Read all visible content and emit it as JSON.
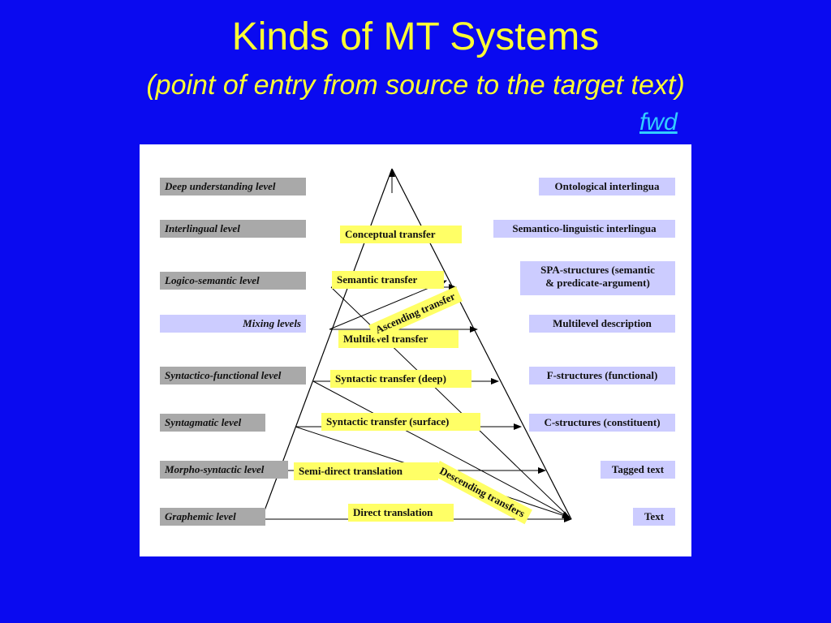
{
  "slide": {
    "title": "Kinds of MT Systems",
    "subtitle": "(point of entry from source to the target text)",
    "link_label": "fwd"
  },
  "diagram": {
    "levels": [
      "Deep understanding level",
      "Interlingual level",
      "Logico-semantic level",
      "Mixing levels",
      "Syntactico-functional level",
      "Syntagmatic level",
      "Morpho-syntactic level",
      "Graphemic level"
    ],
    "representations": [
      "Ontological interlingua",
      "Semantico-linguistic interlingua",
      "SPA-structures (semantic",
      "& predicate-argument)",
      "Multilevel description",
      "F-structures (functional)",
      "C-structures (constituent)",
      "Tagged text",
      "Text"
    ],
    "transfers": [
      "Conceptual transfer",
      "Semantic transfer",
      "Multilevel transfer",
      "Syntactic transfer (deep)",
      "Syntactic transfer (surface)",
      "Semi-direct translation",
      "Direct translation"
    ],
    "diagonals": {
      "ascending": "Ascending transfer",
      "descending": "Descending transfers"
    }
  }
}
